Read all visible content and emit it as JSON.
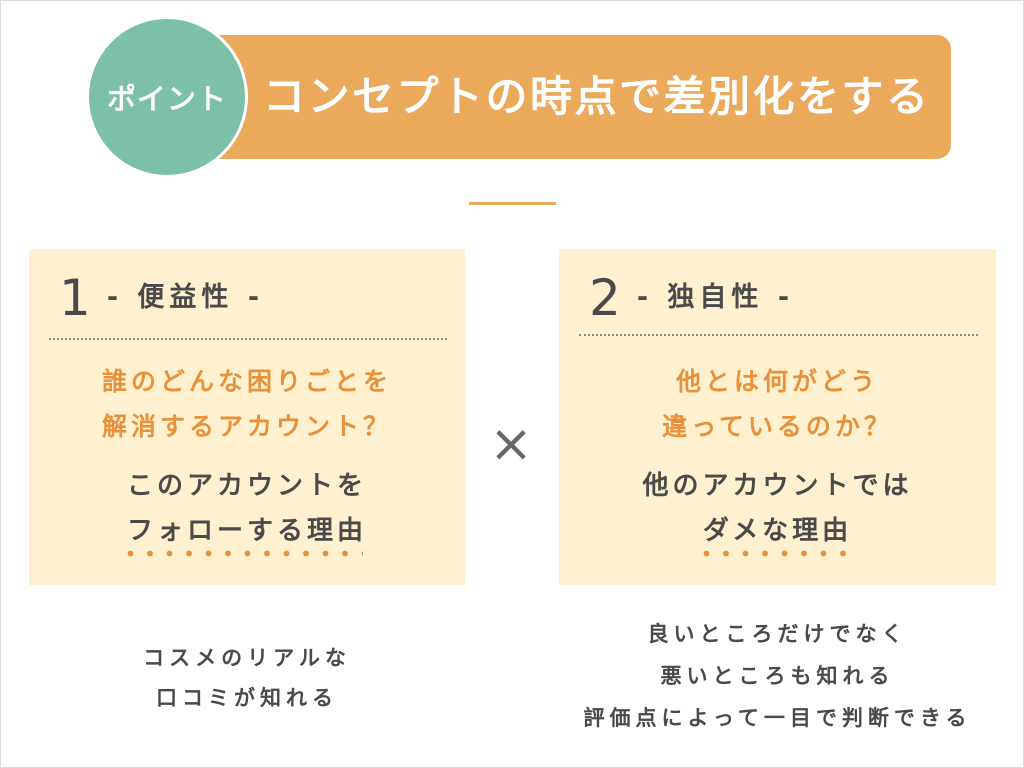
{
  "header": {
    "badge": "ポイント",
    "title": "コンセプトの時点で差別化をする"
  },
  "cards": [
    {
      "number": "1",
      "heading": "- 便益性 -",
      "question_lines": [
        "誰のどんな困りごとを",
        "解消するアカウント？"
      ],
      "answer_lines": [
        "このアカウントを",
        "フォローする理由"
      ],
      "example_lines": [
        "コスメのリアルな",
        "口コミが知れる"
      ]
    },
    {
      "number": "2",
      "heading": "- 独自性 -",
      "question_lines": [
        "他とは何がどう",
        "違っているのか？"
      ],
      "answer_lines": [
        "他のアカウントでは",
        "ダメな理由"
      ],
      "example_lines": [
        "良いところだけでなく",
        "悪いところも知れる",
        "評価点によって一目で判断できる"
      ]
    }
  ],
  "operator": "×",
  "colors": {
    "accent_orange": "#EAA95B",
    "text_orange": "#E8913B",
    "badge_teal": "#7CC0A8",
    "card_background": "#FFF1CF",
    "text_dark": "#4A4A4A",
    "operator_gray": "#666666"
  }
}
